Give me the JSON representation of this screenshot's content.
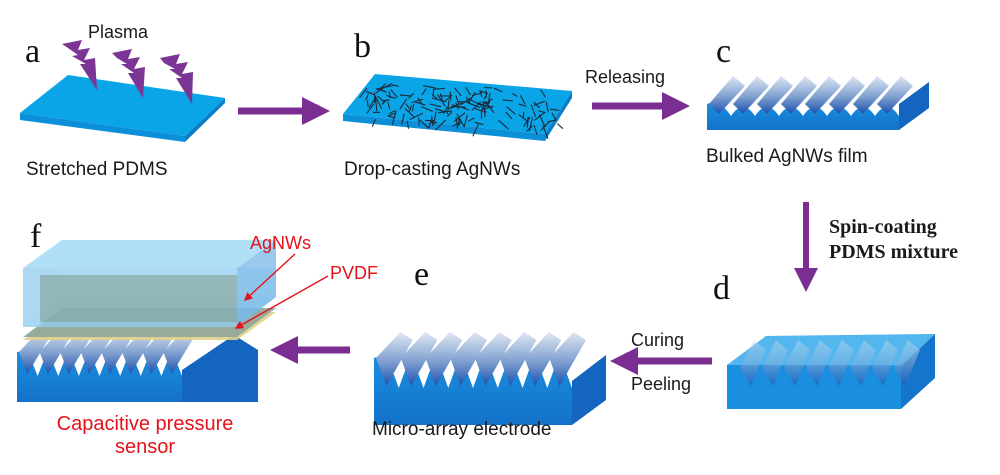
{
  "panels": {
    "a": {
      "letter": "a",
      "caption": "Stretched PDMS",
      "annotation": "Plasma"
    },
    "b": {
      "letter": "b",
      "caption": "Drop-casting AgNWs"
    },
    "c": {
      "letter": "c",
      "caption": "Bulked AgNWs film"
    },
    "d": {
      "letter": "d"
    },
    "e": {
      "letter": "e",
      "caption": "Micro-array electrode"
    },
    "f": {
      "letter": "f",
      "caption_line1": "Capacitive pressure",
      "caption_line2": "sensor",
      "label_top": "AgNWs",
      "label_mid": "PVDF"
    }
  },
  "steps": {
    "releasing": "Releasing",
    "spin_line1": "Spin-coating",
    "spin_line2": "PDMS mixture",
    "curing": "Curing",
    "peeling": "Peeling"
  },
  "colors": {
    "pdms_blue": "#0aa5e6",
    "pdms_dark": "#1b78c8",
    "arrow_purple": "#7a2e91",
    "label_red": "#e3121b",
    "layer_green": "#8fa69a"
  }
}
